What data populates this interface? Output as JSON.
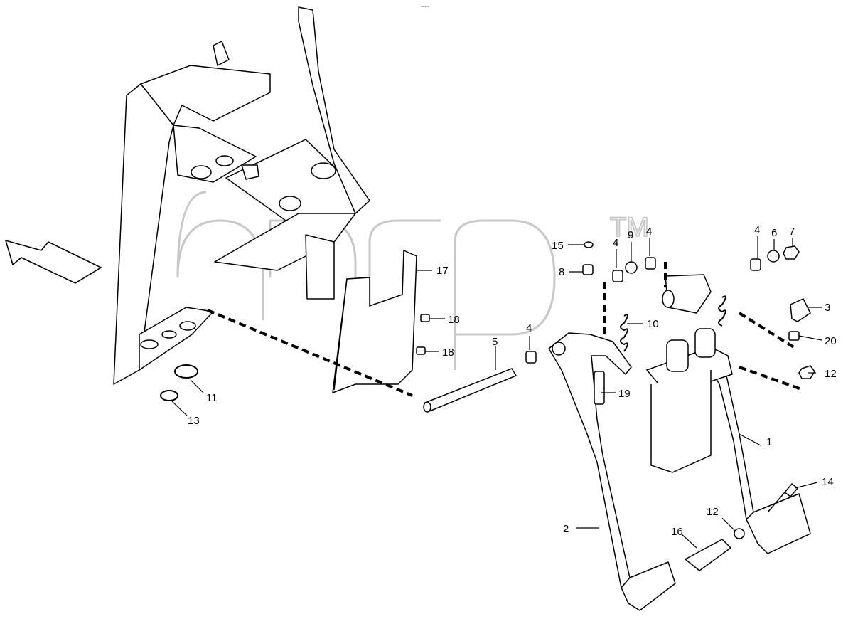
{
  "diagram": {
    "corner_code": "°° °°°",
    "watermark_symbol": "TM",
    "colors": {
      "line": "#000000",
      "watermark": "#c8c8c8",
      "background": "#ffffff"
    },
    "callouts": [
      {
        "id": "c1",
        "label": "1"
      },
      {
        "id": "c2",
        "label": "2"
      },
      {
        "id": "c3",
        "label": "3"
      },
      {
        "id": "c4a",
        "label": "4"
      },
      {
        "id": "c4b",
        "label": "4"
      },
      {
        "id": "c4c",
        "label": "4"
      },
      {
        "id": "c4d",
        "label": "4"
      },
      {
        "id": "c5",
        "label": "5"
      },
      {
        "id": "c6",
        "label": "6"
      },
      {
        "id": "c7",
        "label": "7"
      },
      {
        "id": "c8",
        "label": "8"
      },
      {
        "id": "c9",
        "label": "9"
      },
      {
        "id": "c10",
        "label": "10"
      },
      {
        "id": "c11",
        "label": "11"
      },
      {
        "id": "c12a",
        "label": "12"
      },
      {
        "id": "c12b",
        "label": "12"
      },
      {
        "id": "c13",
        "label": "13"
      },
      {
        "id": "c14",
        "label": "14"
      },
      {
        "id": "c15",
        "label": "15"
      },
      {
        "id": "c16",
        "label": "16"
      },
      {
        "id": "c17",
        "label": "17"
      },
      {
        "id": "c18a",
        "label": "18"
      },
      {
        "id": "c18b",
        "label": "18"
      },
      {
        "id": "c19",
        "label": "19"
      },
      {
        "id": "c20",
        "label": "20"
      }
    ]
  }
}
